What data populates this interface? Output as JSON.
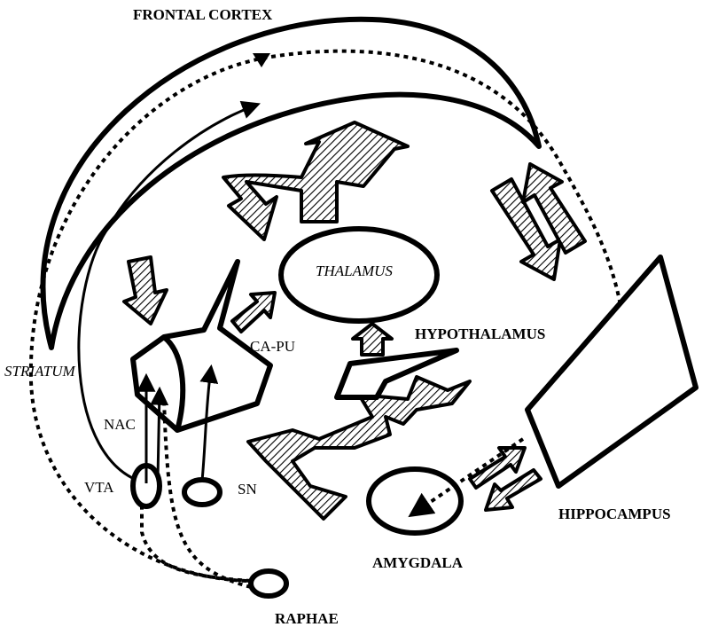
{
  "labels": {
    "frontal_cortex": "FRONTAL CORTEX",
    "thalamus": "THALAMUS",
    "striatum": "STRIATUM",
    "ca_pu": "CA-PU",
    "hypothalamus": "HYPOTHALAMUS",
    "nac": "NAC",
    "vta": "VTA",
    "sn": "SN",
    "hippocampus": "HIPPOCAMPUS",
    "amygdala": "AMYGDALA",
    "raphae": "RAPHAE"
  },
  "colors": {
    "stroke": "#000000",
    "hatch_fill": "#b8b8b8",
    "background": "#ffffff"
  }
}
